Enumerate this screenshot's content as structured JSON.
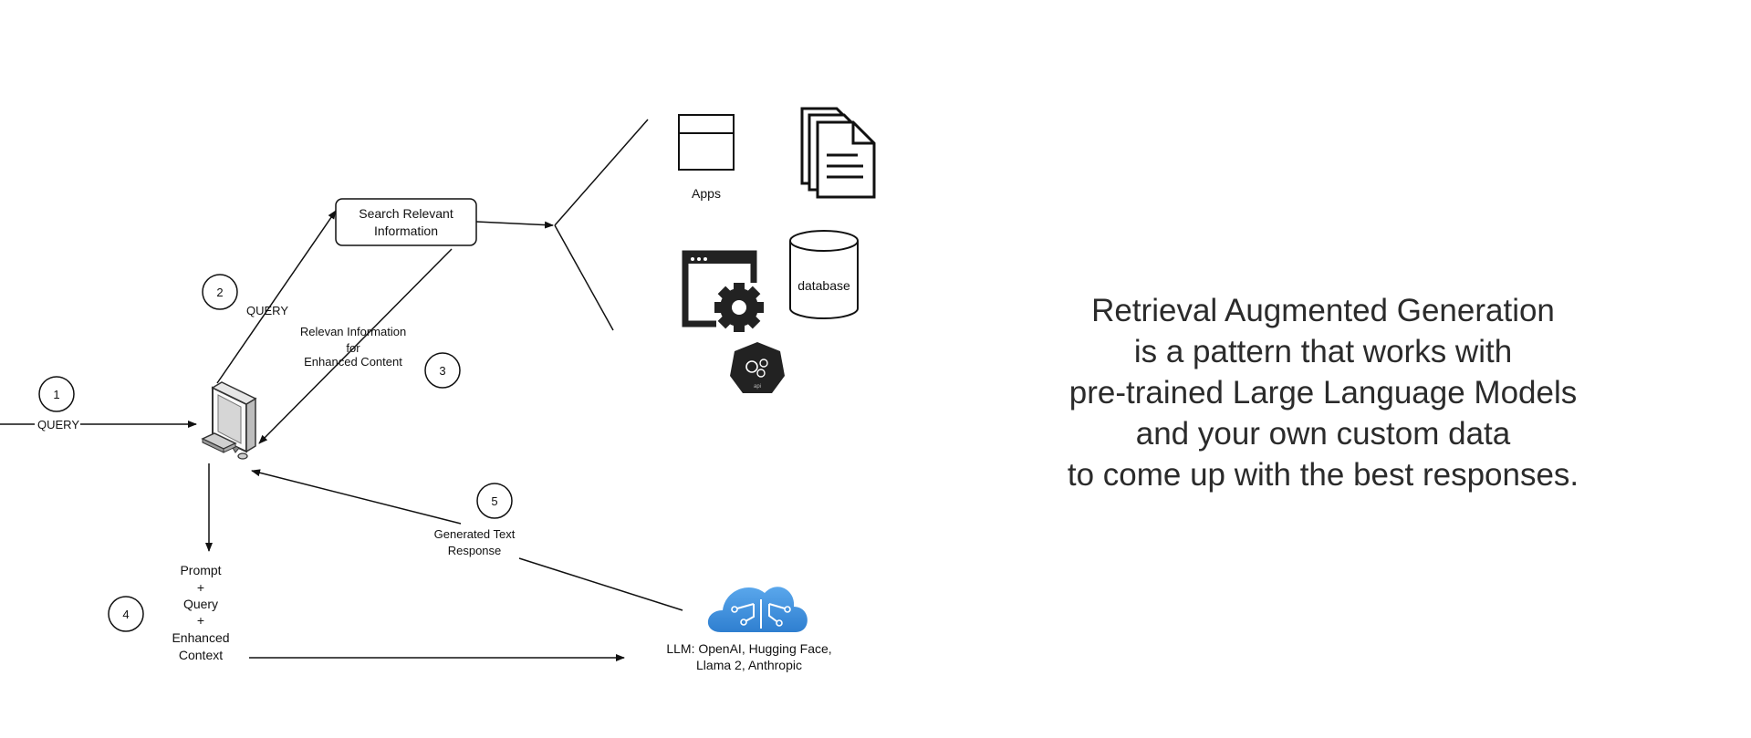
{
  "diagram": {
    "steps": {
      "s1": "1",
      "s2": "2",
      "s3": "3",
      "s4": "4",
      "s5": "5"
    },
    "edges": {
      "query_in": "QUERY",
      "query_search": "QUERY",
      "relevant_info": [
        "Relevan Information",
        "for",
        "Enhanced Content"
      ],
      "generated_response": [
        "Generated Text",
        "Response"
      ]
    },
    "nodes": {
      "search": [
        "Search Relevant",
        "Information"
      ],
      "apps": "Apps",
      "database": "database",
      "prompt": [
        "Prompt",
        "+",
        "Query",
        "+",
        "Enhanced",
        "Context"
      ],
      "llm": [
        "LLM: OpenAI, Hugging Face,",
        "Llama 2, Anthropic"
      ]
    },
    "icons": {
      "api_badge": "api"
    }
  },
  "summary": {
    "lines": [
      "Retrieval Augmented Generation",
      "is a pattern that works with",
      "pre-trained Large Language Models",
      "and your own custom data",
      "to come up with the best responses."
    ]
  },
  "colors": {
    "line": "#111111",
    "cloud": "#3d8fdc",
    "icon_dark": "#222222"
  }
}
